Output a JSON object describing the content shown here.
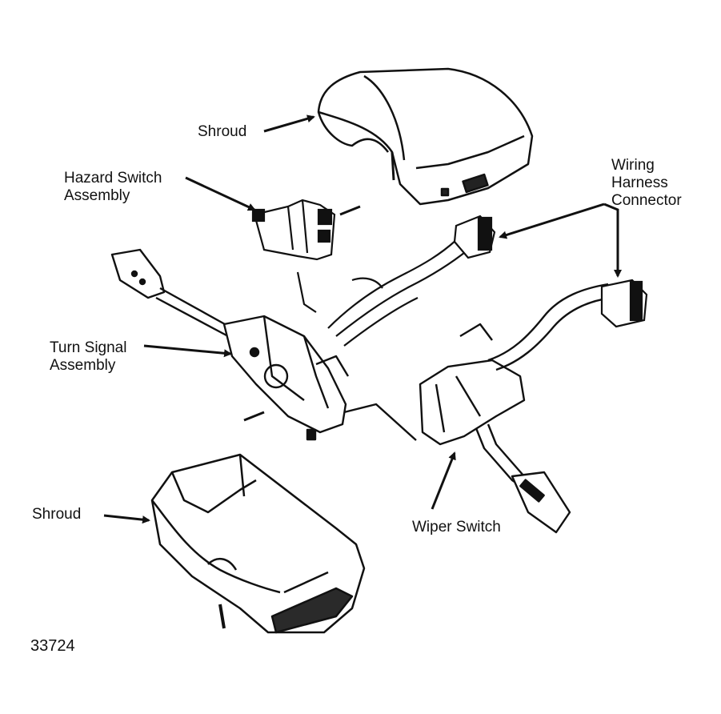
{
  "labels": {
    "shroud_top": "Shroud",
    "hazard_switch": "Hazard Switch\nAssembly",
    "wiring_harness": "Wiring\nHarness\nConnector",
    "turn_signal": "Turn Signal\nAssembly",
    "shroud_bottom": "Shroud",
    "wiper_switch": "Wiper Switch",
    "figure_number": "33724"
  },
  "colors": {
    "ink": "#111111",
    "paper": "#ffffff",
    "shade": "#2a2a2a"
  }
}
